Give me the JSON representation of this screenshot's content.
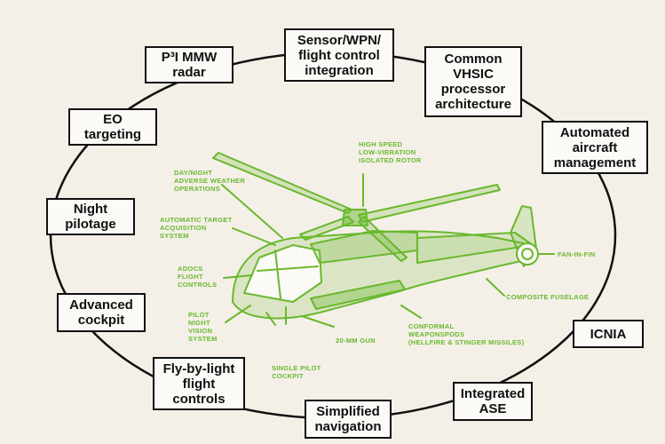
{
  "features": {
    "radar": "P³I MMW\nradar",
    "sensor": "Sensor/WPN/\nflight control\nintegration",
    "vhsic": "Common\nVHSIC\nprocessor\narchitecture",
    "eo": "EO\ntargeting",
    "automated": "Automated\naircraft\nmanagement",
    "night": "Night\npilotage",
    "cockpit": "Advanced\ncockpit",
    "icnia": "ICNIA",
    "fbl": "Fly-by-light\nflight\ncontrols",
    "nav": "Simplified\nnavigation",
    "ase": "Integrated\nASE"
  },
  "callouts": {
    "rotor": "HIGH SPEED\nLOW-VIBRATION\nISOLATED ROTOR",
    "adverse": "DAY/NIGHT\nADVERSE WEATHER\nOPERATIONS",
    "atas": "AUTOMATIC TARGET\nACQUISITION\nSYSTEM",
    "adocs": "ADOCS\nFLIGHT\nCONTROLS",
    "pnvs": "PILOT\nNIGHT\nVISION\nSYSTEM",
    "single": "SINGLE PILOT\nCOCKPIT",
    "gun": "20-MM GUN",
    "pods": "CONFORMAL\nWEAPONSPODS\n(HELLFIRE & STINGER MISSILES)",
    "fuselage": "COMPOSITE FUSELAGE",
    "fan": "FAN-IN-FIN"
  },
  "colors": {
    "background": "#f4f0e8",
    "box_border": "#111111",
    "helicopter_green": "#6ab82e"
  }
}
